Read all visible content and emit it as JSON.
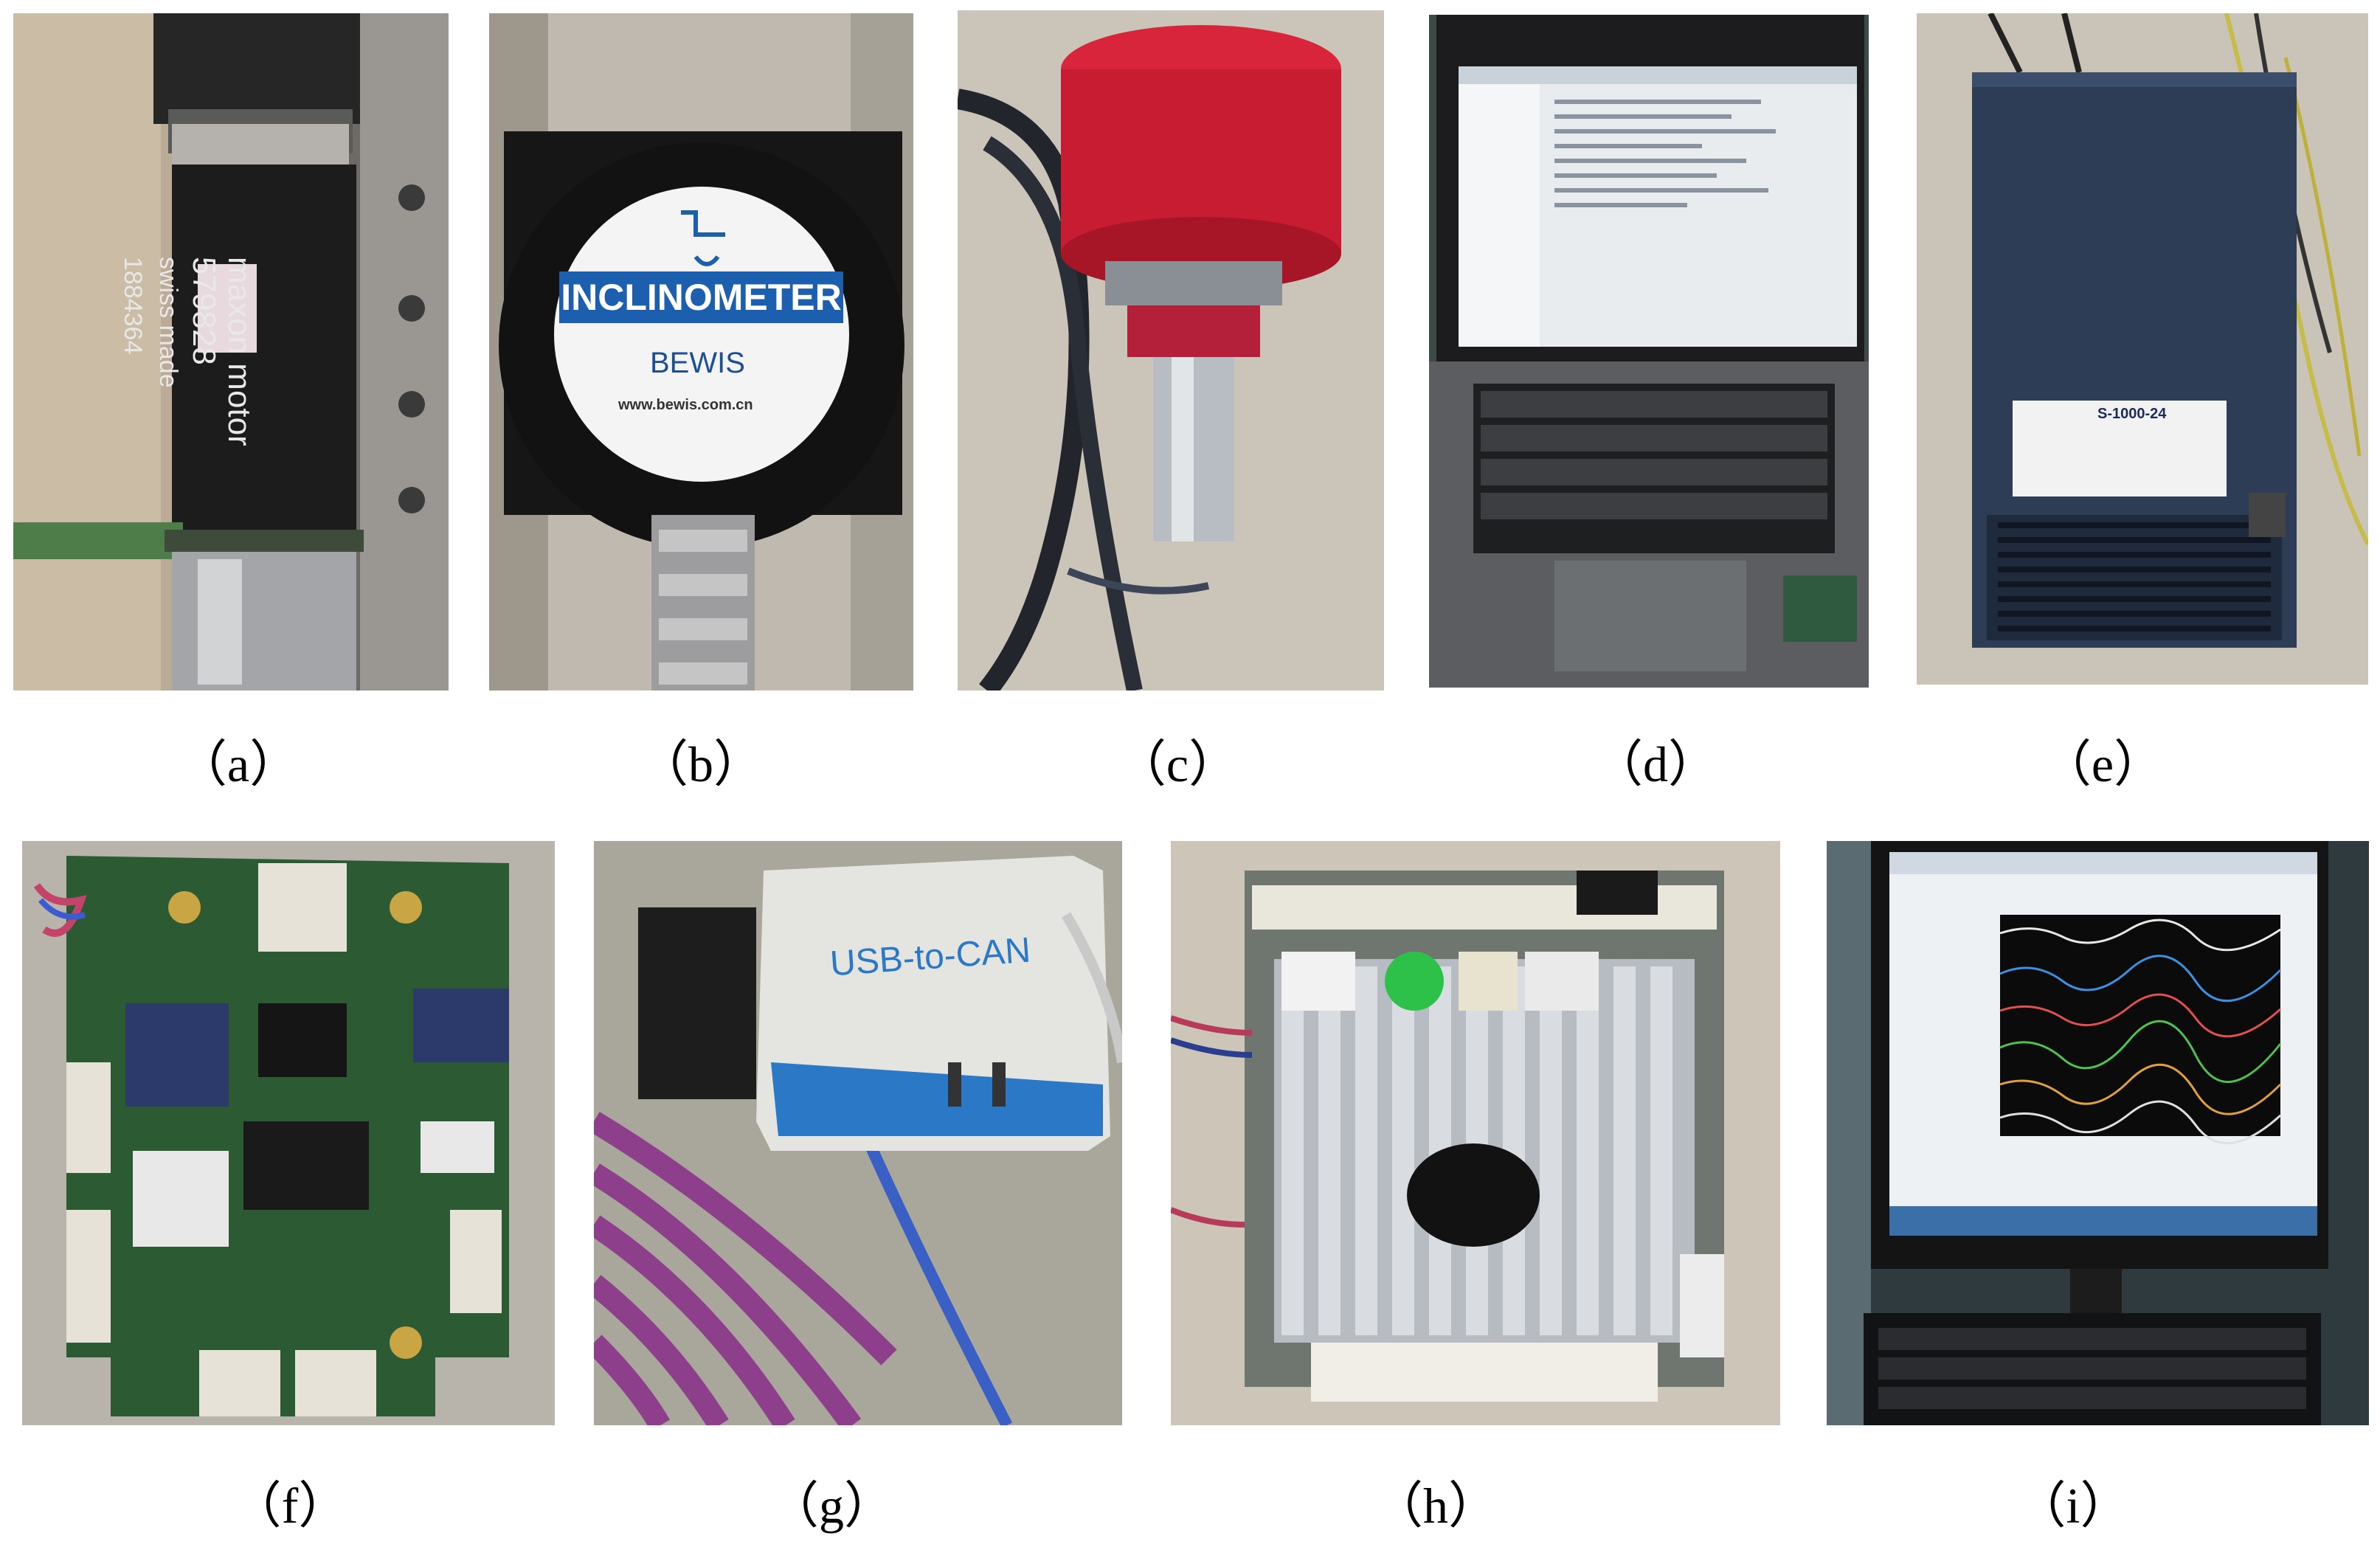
{
  "panels": [
    {
      "id": "a",
      "caption": "（a）",
      "text": [
        "maxon motor",
        "579828",
        "swiss made",
        "1884364"
      ]
    },
    {
      "id": "b",
      "caption": "（b）",
      "text": [
        "INCLINOMETER",
        "BEWIS",
        "www.bewis.com.cn"
      ]
    },
    {
      "id": "c",
      "caption": "（c）"
    },
    {
      "id": "d",
      "caption": "（d）"
    },
    {
      "id": "e",
      "caption": "（e）",
      "text": [
        "S-1000-24"
      ]
    },
    {
      "id": "f",
      "caption": "（f）"
    },
    {
      "id": "g",
      "caption": "（g）",
      "text": [
        "USB-to-CAN"
      ]
    },
    {
      "id": "h",
      "caption": "（h）"
    },
    {
      "id": "i",
      "caption": "（i）"
    }
  ]
}
